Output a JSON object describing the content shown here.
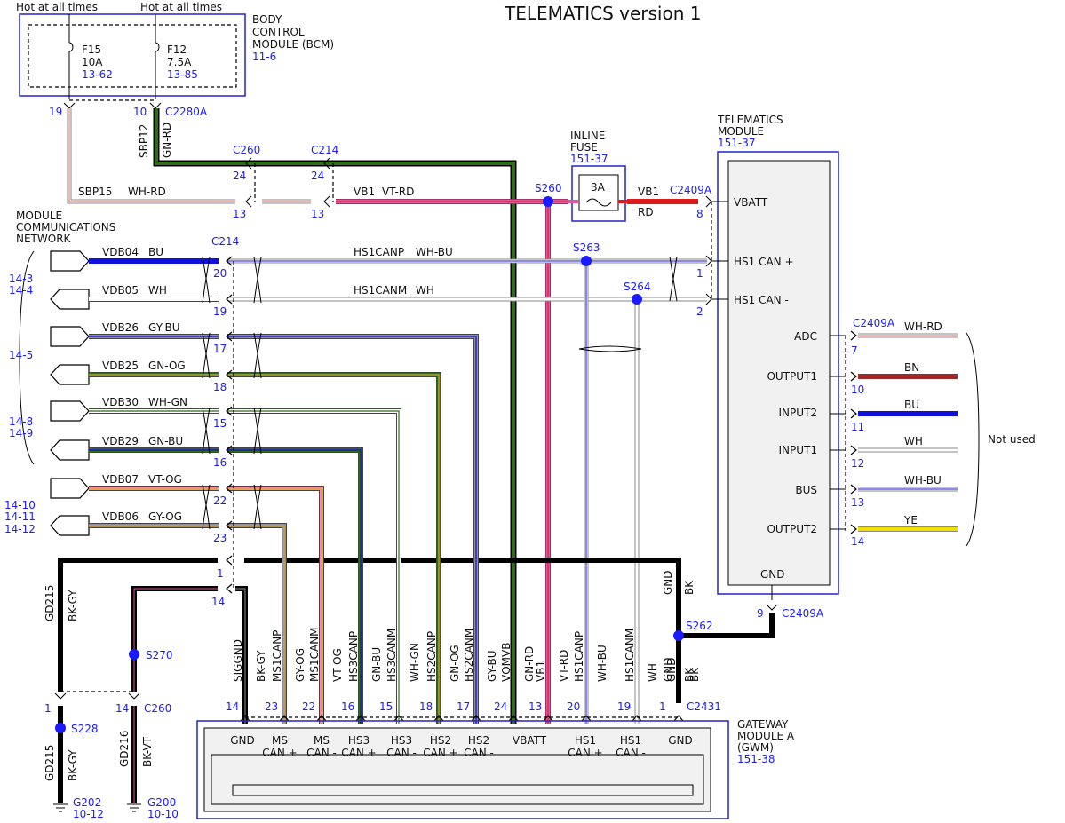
{
  "title": "TELEMATICS version 1",
  "colors": {
    "ref_blue": "#1a1aff",
    "GN": "#2f6b1a",
    "RD": "#e01a1a",
    "WH": "#ffffff",
    "BU": "#1010dd",
    "GY": "#8e8ea0",
    "OG": "#e8a21a",
    "VT": "#e0559f",
    "BK": "#000000",
    "BN": "#a02828",
    "YE": "#f0e000",
    "PK": "#f08cb0",
    "GN_BU": "#1f4a6a"
  },
  "bcm": {
    "hot1": "Hot at all times",
    "hot2": "Hot at all times",
    "name1": "BODY",
    "name2": "CONTROL",
    "name3": "MODULE (BCM)",
    "ref": "11-6",
    "f15_name": "F15",
    "f15_amp": "10A",
    "f15_ref": "13-62",
    "f12_name": "F12",
    "f12_amp": "7.5A",
    "f12_ref": "13-85",
    "pin19": "19",
    "pin10": "10",
    "conn": "C2280A"
  },
  "circuits": {
    "sbp12": "SBP12",
    "gnrd": "GN-RD",
    "sbp15": "SBP15",
    "whrd": "WH-RD",
    "vb1": "VB1",
    "vtrd": "VT-RD",
    "vb1_b": "VB1",
    "rd": "RD",
    "hs1canp": "HS1CANP",
    "whbu": "WH-BU",
    "hs1canm": "HS1CANM",
    "wh": "WH"
  },
  "connectors": {
    "c260_top": "C260",
    "c214_top": "C214",
    "c260_p24": "24",
    "c214_p24": "24",
    "c260_p13": "13",
    "c214_p13": "13",
    "c214_mid": "C214",
    "c2409a_top": "C2409A",
    "c2409a_p8": "8",
    "c2409a_p1": "1",
    "c2409a_p2": "2",
    "c2409a_right": "C2409A",
    "c2409a_bottom": "C2409A",
    "c2409a_p9": "9",
    "c2431": "C2431",
    "c260_bottom": "C260"
  },
  "splices": {
    "s260": "S260",
    "s263": "S263",
    "s264": "S264",
    "s262": "S262",
    "s270": "S270",
    "s228": "S228"
  },
  "inline_fuse": {
    "l1": "INLINE",
    "l2": "FUSE",
    "ref": "151-37",
    "rating": "3A"
  },
  "telematics": {
    "l1": "TELEMATICS",
    "l2": "MODULE",
    "ref": "151-37",
    "vbatt": "VBATT",
    "hs1p": "HS1 CAN +",
    "hs1m": "HS1 CAN -",
    "adc": "ADC",
    "output1": "OUTPUT1",
    "input2": "INPUT2",
    "input1": "INPUT1",
    "bus": "BUS",
    "output2": "OUTPUT2",
    "gnd": "GND"
  },
  "right_pins": [
    {
      "pin": "7",
      "circuit": "WH-RD"
    },
    {
      "pin": "10",
      "circuit": "BN"
    },
    {
      "pin": "11",
      "circuit": "BU"
    },
    {
      "pin": "12",
      "circuit": "WH"
    },
    {
      "pin": "13",
      "circuit": "WH-BU"
    },
    {
      "pin": "14",
      "circuit": "YE"
    }
  ],
  "not_used": "Not used",
  "mcn": {
    "l1": "MODULE",
    "l2": "COMMUNICATIONS",
    "l3": "NETWORK"
  },
  "mcn_refs": [
    "14-3",
    "14-4",
    "14-5",
    "14-8",
    "14-9",
    "14-10",
    "14-11",
    "14-12"
  ],
  "left_wires": [
    {
      "name": "VDB04",
      "color": "BU",
      "pin": "20"
    },
    {
      "name": "VDB05",
      "color": "WH",
      "pin": "19"
    },
    {
      "name": "VDB26",
      "color": "GY-BU",
      "pin": "17"
    },
    {
      "name": "VDB25",
      "color": "GN-OG",
      "pin": "18"
    },
    {
      "name": "VDB30",
      "color": "WH-GN",
      "pin": "15"
    },
    {
      "name": "VDB29",
      "color": "GN-BU",
      "pin": "16"
    },
    {
      "name": "VDB07",
      "color": "VT-OG",
      "pin": "22"
    },
    {
      "name": "VDB06",
      "color": "GY-OG",
      "pin": "23"
    }
  ],
  "c214_p1": "1",
  "c214_p14": "14",
  "gd215": "GD215",
  "bkgy": "BK-GY",
  "gd215_b": "GD215",
  "bkgy_b": "BK-GY",
  "gd216": "GD216",
  "bkvt": "BK-VT",
  "p1_left": "1",
  "p14_left": "14",
  "g202": "G202",
  "g202_ref": "10-12",
  "g200": "G200",
  "g200_ref": "10-10",
  "gnd_bk_gnd": "GND",
  "gnd_bk_bk": "BK",
  "gnd_bk2_gnd": "GND",
  "gnd_bk2_bk": "BK",
  "gwm_verticals": [
    {
      "circuit": "SIGGND",
      "color": "BK-GY"
    },
    {
      "circuit": "MS1CANP",
      "color": "GY-OG"
    },
    {
      "circuit": "MS1CANM",
      "color": "VT-OG"
    },
    {
      "circuit": "HS3CANP",
      "color": "GN-BU"
    },
    {
      "circuit": "HS3CANM",
      "color": "WH-GN"
    },
    {
      "circuit": "HS2CANP",
      "color": "GN-OG"
    },
    {
      "circuit": "HS2CANM",
      "color": "GY-BU"
    },
    {
      "circuit": "VQMVB",
      "color": "GN-RD"
    },
    {
      "circuit": "VB1",
      "color": "VT-RD"
    },
    {
      "circuit": "HS1CANP",
      "color": "WH-BU"
    },
    {
      "circuit": "HS1CANM",
      "color": "WH"
    },
    {
      "circuit": "GND",
      "color": "BK"
    }
  ],
  "gwm_pins": [
    "14",
    "23",
    "22",
    "16",
    "15",
    "18",
    "17",
    "24",
    "13",
    "20",
    "19",
    "1"
  ],
  "gwm_labels": [
    [
      "GND",
      ""
    ],
    [
      "MS",
      "CAN +"
    ],
    [
      "MS",
      "CAN -"
    ],
    [
      "HS3",
      "CAN +"
    ],
    [
      "HS3",
      "CAN -"
    ],
    [
      "HS2",
      "CAN +"
    ],
    [
      "HS2",
      "CAN -"
    ],
    [
      "VBATT",
      ""
    ],
    [
      "HS1",
      "CAN +"
    ],
    [
      "HS1",
      "CAN -"
    ],
    [
      "GND",
      ""
    ]
  ],
  "gwm": {
    "l1": "GATEWAY",
    "l2": "MODULE A",
    "l3": "(GWM)",
    "ref": "151-38"
  }
}
